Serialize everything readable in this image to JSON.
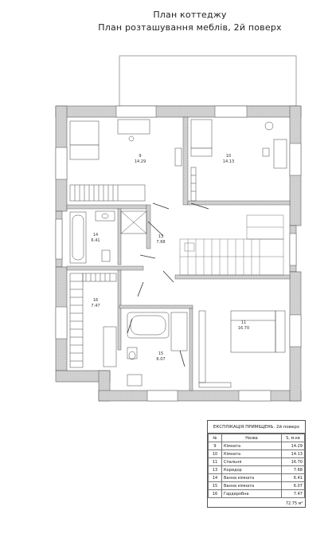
{
  "titles": {
    "line1": "План коттеджу",
    "line2": "План розташування меблів, 2й поверх"
  },
  "rooms": [
    {
      "no": "9",
      "area": "14.29"
    },
    {
      "no": "10",
      "area": "14.13"
    },
    {
      "no": "11",
      "area": "16.70"
    },
    {
      "no": "13",
      "area": "7.68"
    },
    {
      "no": "14",
      "area": "6.41"
    },
    {
      "no": "15",
      "area": "6.07"
    },
    {
      "no": "16",
      "area": "7.47"
    }
  ],
  "table": {
    "caption": "ЕКСПЛІКАЦІЯ ПРИМІЩЕНЬ. 2й поверх",
    "headers": [
      "№",
      "Назва",
      "S, м.кв"
    ],
    "rows": [
      [
        "9",
        "Кімната",
        "14.29"
      ],
      [
        "10",
        "Кімната",
        "14.13"
      ],
      [
        "11",
        "Спальня",
        "16.70"
      ],
      [
        "13",
        "Коридор",
        "7.68"
      ],
      [
        "14",
        "Ванна кімната",
        "6.41"
      ],
      [
        "15",
        "Ванна кімната",
        "6.07"
      ],
      [
        "16",
        "Гардеробна",
        "7.47"
      ]
    ],
    "total": "72.75 м²"
  },
  "colors": {
    "wall_fill": "#cfcfcf",
    "line": "#333333"
  }
}
